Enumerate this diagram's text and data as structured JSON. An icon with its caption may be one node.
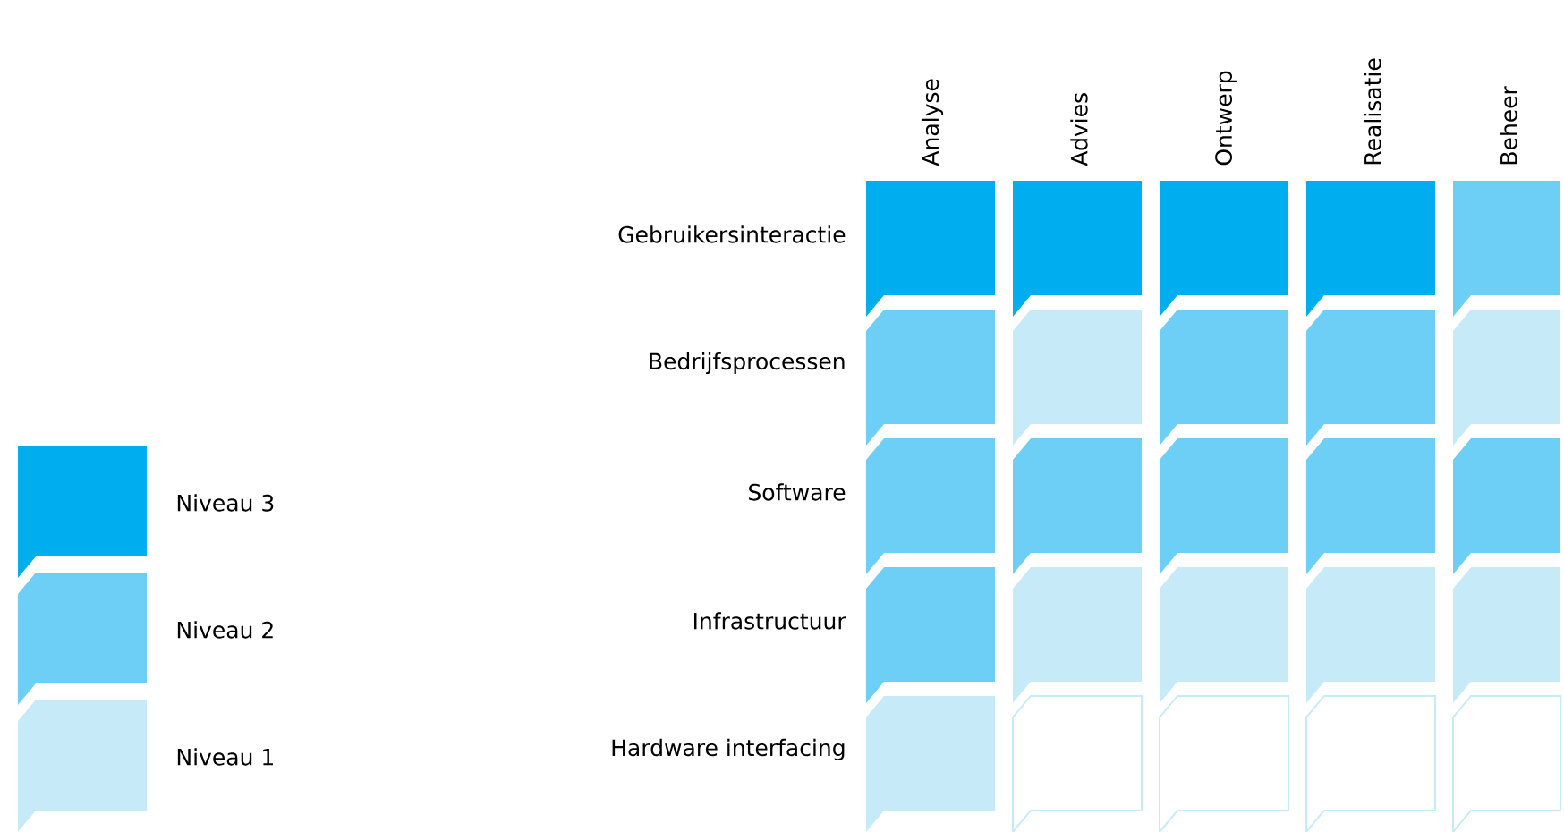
{
  "diagram": {
    "labels": [
      "Analyse",
      "Advies",
      "Ontwerp",
      "Realisatie",
      "Beheer",
      "Gebruikersinteractie",
      "Bedrijfsprocessen",
      "Software",
      "Infrastructuur",
      "Hardware interfacing"
    ],
    "legend": [
      {
        "text": "Niveau 3",
        "color": "#00aeef"
      },
      {
        "text": "Niveau 2",
        "color": "#6dcff6"
      },
      {
        "text": "Niveau 1",
        "color": "#c7eaf9"
      }
    ]
  }
}
